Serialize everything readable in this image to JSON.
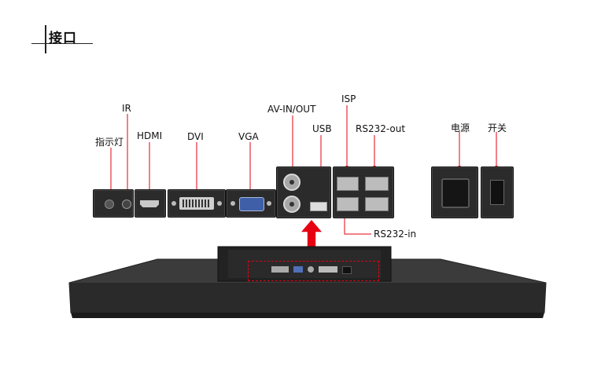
{
  "section_title": "接口",
  "labels": {
    "indicator": "指示灯",
    "ir": "IR",
    "hdmi": "HDMI",
    "dvi": "DVI",
    "vga": "VGA",
    "av": "AV-IN/OUT",
    "usb": "USB",
    "isp": "ISP",
    "rs232_out": "RS232-out",
    "rs232_in": "RS232-in",
    "power": "电源",
    "switch": "开关"
  },
  "colors": {
    "accent": "#e60012",
    "panel": "#2b2b2b",
    "port_metal": "#b8b8b8"
  }
}
